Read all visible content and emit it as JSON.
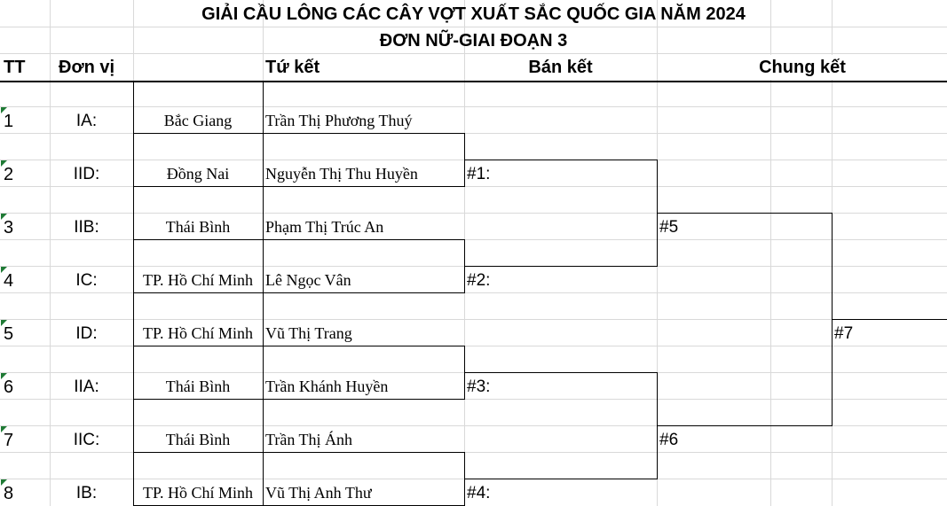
{
  "title_line1": "GIẢI CẦU LÔNG CÁC CÂY VỢT XUẤT SẮC QUỐC GIA NĂM 2024",
  "title_line2": "ĐƠN NỮ-GIAI ĐOẠN 3",
  "headers": {
    "tt": "TT",
    "don_vi": "Đơn vị",
    "tu_ket": "Tứ kết",
    "ban_ket": "Bán kết",
    "chung_ket": "Chung kết"
  },
  "rows": [
    {
      "tt": "1",
      "group": "IA:",
      "province": "Bắc Giang",
      "player": "Trần Thị Phương Thuý"
    },
    {
      "tt": "2",
      "group": "IID:",
      "province": "Đồng Nai",
      "player": "Nguyễn Thị Thu Huyền"
    },
    {
      "tt": "3",
      "group": "IIB:",
      "province": "Thái Bình",
      "player": "Phạm Thị Trúc An"
    },
    {
      "tt": "4",
      "group": "IC:",
      "province": "TP. Hồ Chí Minh",
      "player": "Lê Ngọc Vân"
    },
    {
      "tt": "5",
      "group": "ID:",
      "province": "TP. Hồ Chí Minh",
      "player": "Vũ Thị Trang"
    },
    {
      "tt": "6",
      "group": "IIA:",
      "province": "Thái Bình",
      "player": "Trần Khánh Huyền"
    },
    {
      "tt": "7",
      "group": "IIC:",
      "province": "Thái Bình",
      "player": "Trần Thị Ánh"
    },
    {
      "tt": "8",
      "group": "IB:",
      "province": "TP. Hồ Chí Minh",
      "player": "Vũ Thị Anh Thư"
    }
  ],
  "matches": {
    "m1": "#1:",
    "m2": "#2:",
    "m3": "#3:",
    "m4": "#4:",
    "m5": "#5",
    "m6": "#6",
    "m7": "#7"
  },
  "colors": {
    "gridline": "#d9d9d9",
    "comment_indicator": "#1f7a35"
  }
}
